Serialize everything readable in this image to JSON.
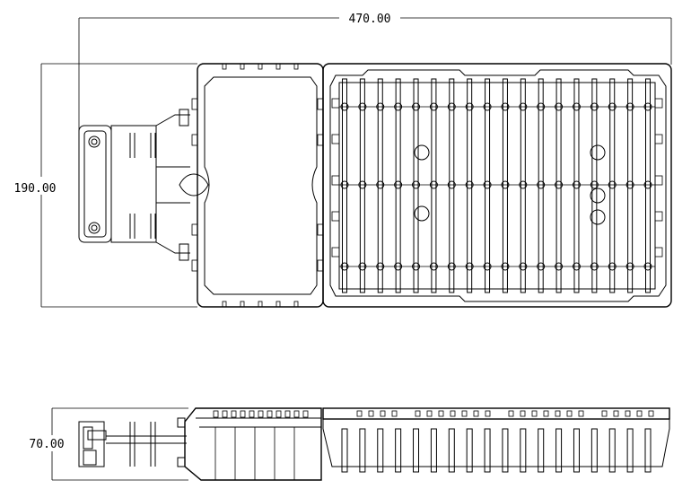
{
  "dimensions": {
    "top_width": "470.00",
    "top_height": "190.00",
    "side_height": "70.00"
  },
  "colors": {
    "line": "#000000",
    "background": "#ffffff"
  }
}
